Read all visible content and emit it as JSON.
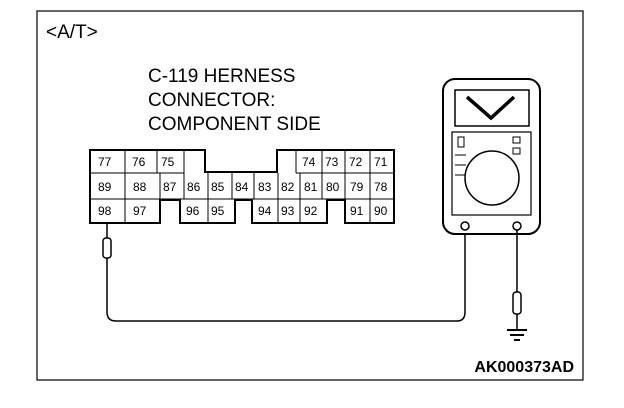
{
  "header": {
    "label": "<A/T>"
  },
  "connector": {
    "title_lines": [
      "C-119 HERNESS",
      "CONNECTOR:",
      "COMPONENT SIDE"
    ],
    "row1": [
      "77",
      "76",
      "75",
      "74",
      "73",
      "72",
      "71"
    ],
    "row2": [
      "89",
      "88",
      "87",
      "86",
      "85",
      "84",
      "83",
      "82",
      "81",
      "80",
      "79",
      "78"
    ],
    "row3": [
      "98",
      "97",
      "96",
      "95",
      "94",
      "93",
      "92",
      "91",
      "90"
    ]
  },
  "figure_code": "AK000373AD"
}
